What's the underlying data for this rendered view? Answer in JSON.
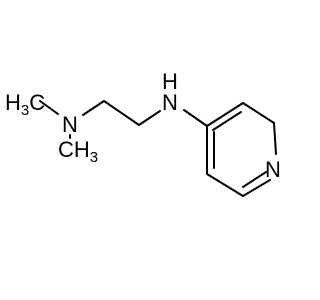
{
  "molecule": {
    "atoms": {
      "methyl_top": {
        "base": "H",
        "sub": "3",
        "tail": "C"
      },
      "amine_n": {
        "base": "N"
      },
      "methyl_bottom": {
        "base": "CH",
        "sub": "3"
      },
      "nh": {
        "base": "N",
        "tail": "H"
      },
      "ring_n": {
        "base": "N"
      }
    },
    "colors": {
      "bond": "#000000",
      "text": "#000000",
      "background": "#ffffff"
    }
  }
}
